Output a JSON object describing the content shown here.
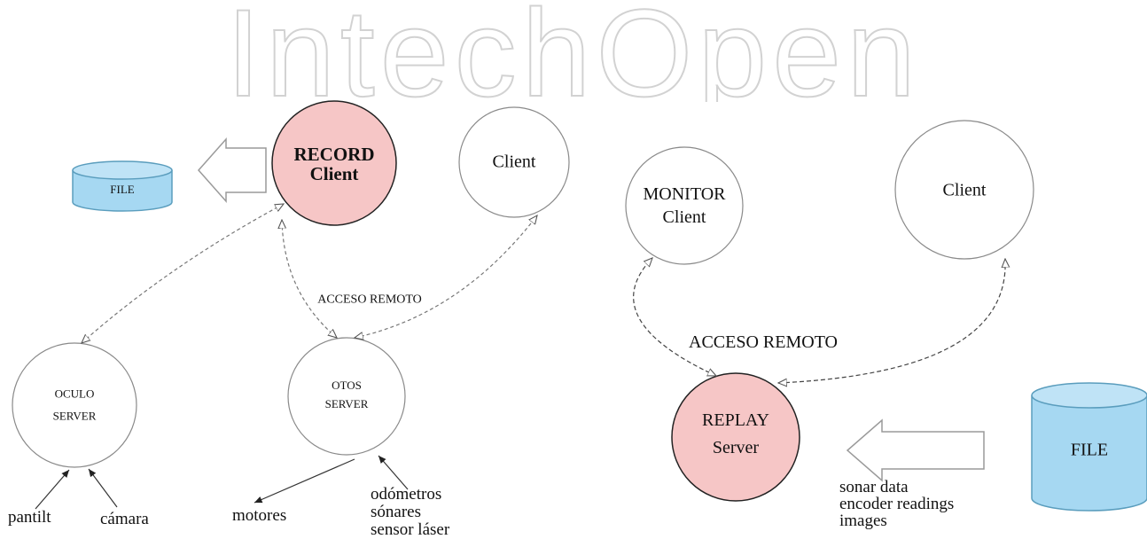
{
  "watermark": {
    "text": "IntechOpen"
  },
  "colors": {
    "record_fill": "#f6c6c6",
    "file_fill": "#a6d8f2",
    "file_stroke": "#5a9dbd",
    "node_stroke": "#8a8a8a",
    "watermark": "#d2d2d2"
  },
  "left": {
    "file_label": "FILE",
    "record_line1": "RECORD",
    "record_line2": "Client",
    "client_label": "Client",
    "acceso_label": "ACCESO REMOTO",
    "oculo_line1": "OCULO",
    "oculo_line2": "SERVER",
    "otos_line1": "OTOS",
    "otos_line2": "SERVER",
    "pantilt": "pantilt",
    "camara": "cámara",
    "motores": "motores",
    "sensors": [
      "odómetros",
      "sónares",
      "sensor láser"
    ]
  },
  "right": {
    "monitor_line1": "MONITOR",
    "monitor_line2": "Client",
    "client_label": "Client",
    "acceso_label": "ACCESO REMOTO",
    "replay_line1": "REPLAY",
    "replay_line2": "Server",
    "file_label": "FILE",
    "data_items": [
      "sonar data",
      "encoder readings",
      "images"
    ]
  }
}
